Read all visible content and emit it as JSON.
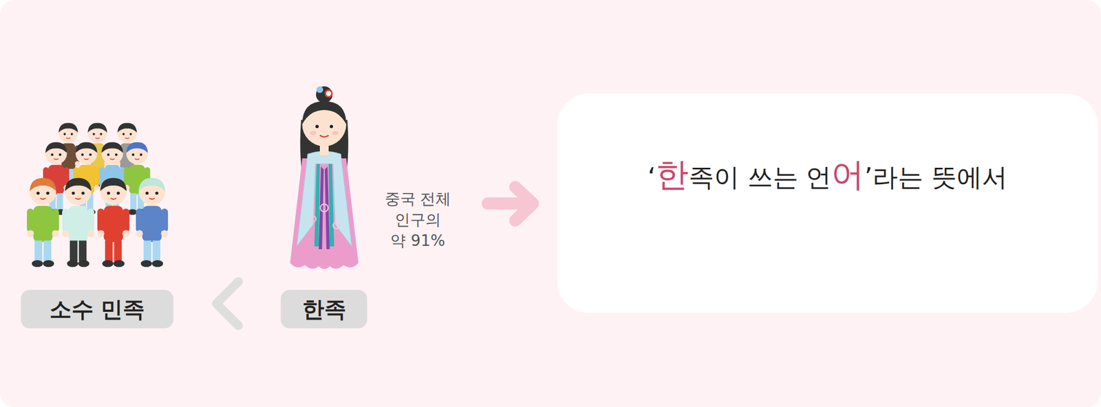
{
  "diagram": {
    "nodes": [
      {
        "text": [
          "소수 민족"
        ]
      },
      {
        "text": [
          "한족"
        ]
      },
      {
        "text": [
          "‘한족이 쓰는 언어’라는 뜻에서"
        ]
      }
    ],
    "labels": [
      "중국 전체 인구의 약 91%"
    ]
  }
}
